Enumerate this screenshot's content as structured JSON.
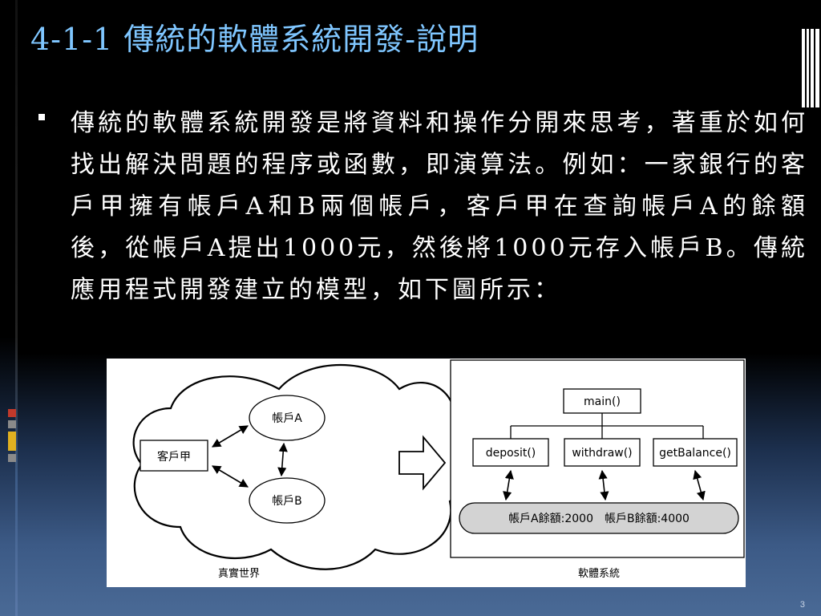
{
  "slide": {
    "title": "4-1-1 傳統的軟體系統開發-說明",
    "bullet_text": "傳統的軟體系統開發是將資料和操作分開來思考，著重於如何找出解決問題的程序或函數，即演算法。例如：一家銀行的客戶甲擁有帳戶A和B兩個帳戶，客戶甲在查詢帳戶A的餘額後，從帳戶A提出1000元，然後將1000元存入帳戶B。傳統應用程式開發建立的模型，如下圖所示：",
    "page_number": "3"
  },
  "figure": {
    "real_world": {
      "customer": "客戶甲",
      "account_a": "帳戶A",
      "account_b": "帳戶B",
      "caption": "真實世界"
    },
    "software_system": {
      "main": "main()",
      "deposit": "deposit()",
      "withdraw": "withdraw()",
      "get_balance": "getBalance()",
      "data": "帳戶A餘額:2000　帳戶B餘額:4000",
      "caption": "軟體系統"
    }
  },
  "colors": {
    "title": "#7fc6ff",
    "text": "#ffffff",
    "stripe_red": "#c0392b",
    "stripe_yellow": "#e0b020"
  }
}
